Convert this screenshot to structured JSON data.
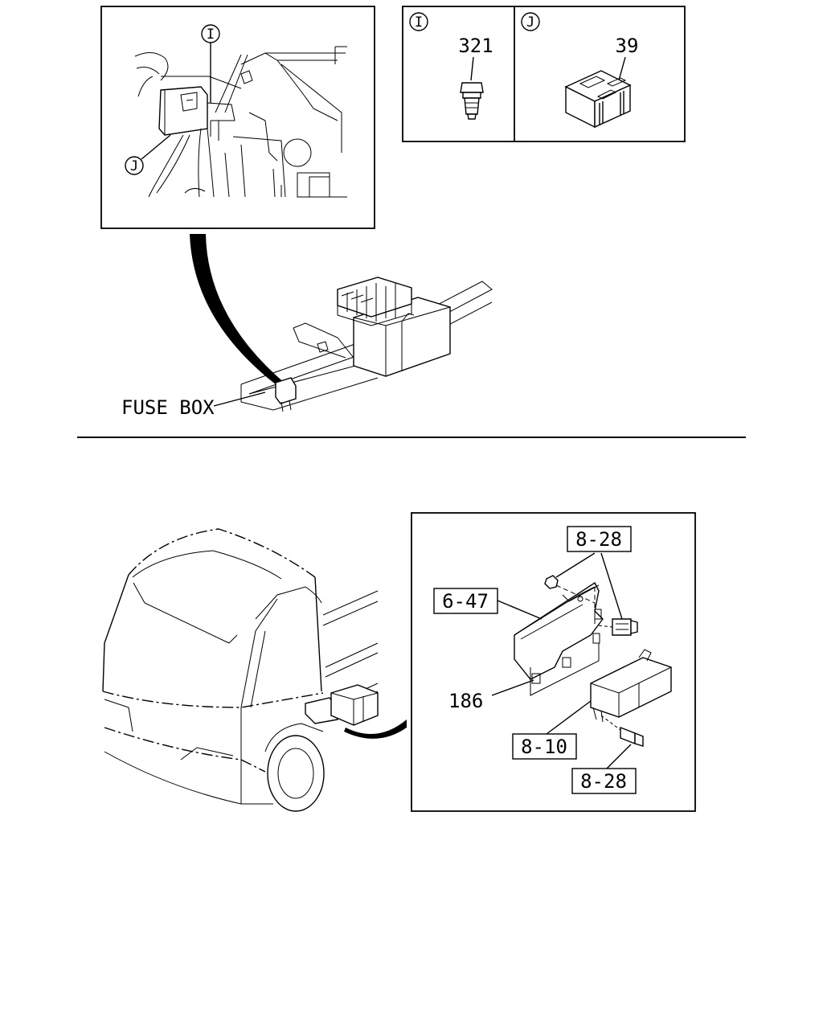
{
  "top_section": {
    "callout_i": "I",
    "callout_j": "J",
    "legend": {
      "cell_i": {
        "marker": "I",
        "part_number": "321"
      },
      "cell_j": {
        "marker": "J",
        "part_number": "39"
      }
    },
    "fuse_box_label": "FUSE BOX"
  },
  "bottom_section": {
    "labels": {
      "bolt_upper_ref": "8-28",
      "bracket_ref": "6-47",
      "clip_part": "186",
      "fuse_box_ref": "8-10",
      "bolt_lower_ref": "8-28"
    }
  }
}
